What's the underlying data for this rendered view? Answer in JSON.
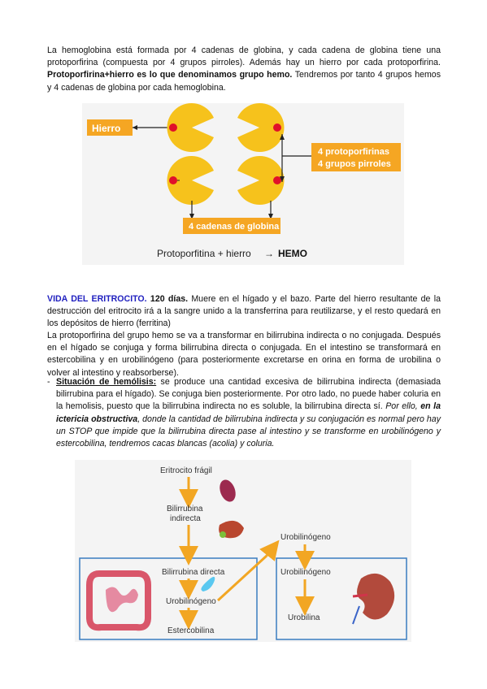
{
  "paragraph1": {
    "text": "La hemoglobina está formada por 4 cadenas de globina, y cada cadena de globina tiene una protoporfirina (compuesta por 4 grupos pirroles). Además hay un hierro por cada protoporfirina.",
    "bold": "Protoporfirina+hierro es lo que denominamos grupo hemo.",
    "rest": " Tendremos por tanto 4 grupos hemos y 4 cadenas de globina por cada hemoglobina."
  },
  "figure1": {
    "hierro": "Hierro",
    "protoporfirinas": "4 protoporfirinas",
    "pirroles": "4 grupos pirroles",
    "cadenas": "4 cadenas de globina",
    "formula": "Protoporfitina + hierro",
    "arrow": "→",
    "hemo": "HEMO",
    "colors": {
      "orange": "#f5a623",
      "yellow": "#f6c21c",
      "red": "#e0102a"
    }
  },
  "section2": {
    "title": "VIDA DEL ERITROCITO.",
    "days": "120 días.",
    "intro": " Muere en el hígado y el bazo. Parte del hierro resultante de la destrucción del eritrocito irá a la sangre unido a la transferrina para reutilizarse, y el resto quedará en los depósitos de hierro (ferritina)",
    "para2": "La protoporfirina del grupo hemo se va a transformar en bilirrubina indirecta o no conjugada. Después en el hígado se conjuga y forma bilirrubina directa o conjugada. En el intestino se transformará en estercobilina y en urobilinógeno (para posteriormente excretarse en orina en forma de urobilina o volver al intestino y reabsorberse).",
    "bullet": "-",
    "hemolisis_label": "Situación de hemólisis:",
    "hemolisis_text": " se produce una cantidad excesiva de bilirrubina indirecta (demasiada bilirrubina para el hígado). Se conjuga bien posteriormente. Por otro lado, no puede haber coluria en la hemolisis, puesto que la bilirrubina indirecta no es soluble, la bilirrubina directa sí.",
    "ictericia_pre": "Por ello, ",
    "ictericia_label": "en la ictericia obstructiva",
    "ictericia_text": ", donde la cantidad de bilirrubina indirecta y su conjugación es normal pero hay un STOP que impide que la bilirrubina directa pase al intestino y se transforme en urobilinógeno y estercobilina, tendremos cacas blancas (acolia) y coluria."
  },
  "figure2": {
    "eritrocito": "Eritrocito frágil",
    "bili_ind_1": "Bilirrubina",
    "bili_ind_2": "indirecta",
    "bili_dir": "Bilirrubina directa",
    "urobilinogeno_int": "Urobilinógeno",
    "estercobilina": "Estercobilina",
    "urobilinogeno_top": "Urobilinógeno",
    "urobilinogeno_renal": "Urobilinógeno",
    "urobilina": "Urobilina",
    "colors": {
      "arrow": "#f2a623",
      "box": "#3a7cc0"
    }
  }
}
